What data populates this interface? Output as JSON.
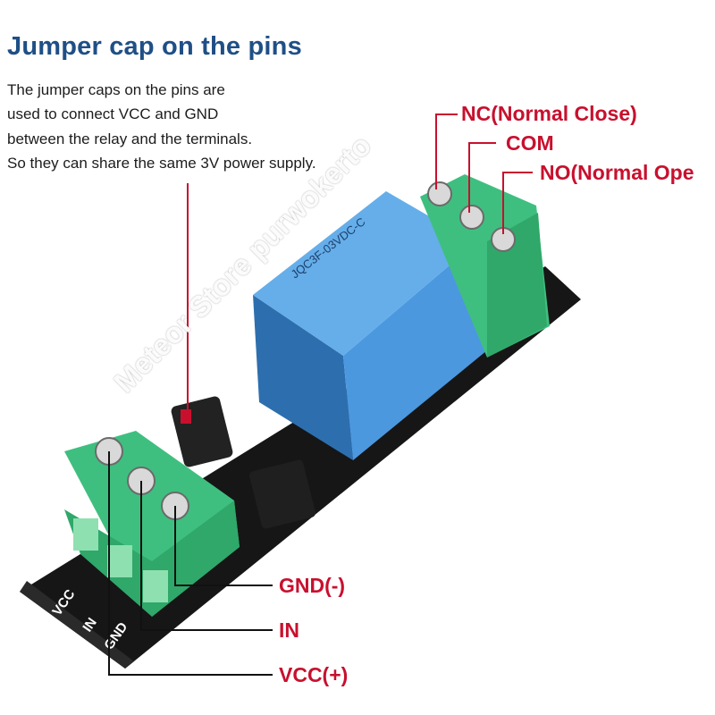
{
  "heading": {
    "title": "Jumper cap on the pins",
    "lines": [
      "The jumper caps on the pins are",
      "used to connect VCC and GND",
      "between the relay and the terminals.",
      "So they can share the same 3V power supply."
    ]
  },
  "output_terminals": {
    "nc": "NC(Normal Close)",
    "com": "COM",
    "no": "NO(Normal Ope"
  },
  "input_terminals": {
    "gnd": "GND(-)",
    "in": "IN",
    "vcc": "VCC(+)"
  },
  "board_silkscreen": {
    "vcc": "VCC",
    "in": "IN",
    "gnd": "GND"
  },
  "relay_marking": "JQC3F-03VDC-C",
  "watermark": "Meteor Store purwokerto",
  "colors": {
    "title": "#1f4f86",
    "label": "#c8102e",
    "terminal": "#3fbf7f",
    "relay": "#3f8fd8",
    "board": "#161616"
  }
}
